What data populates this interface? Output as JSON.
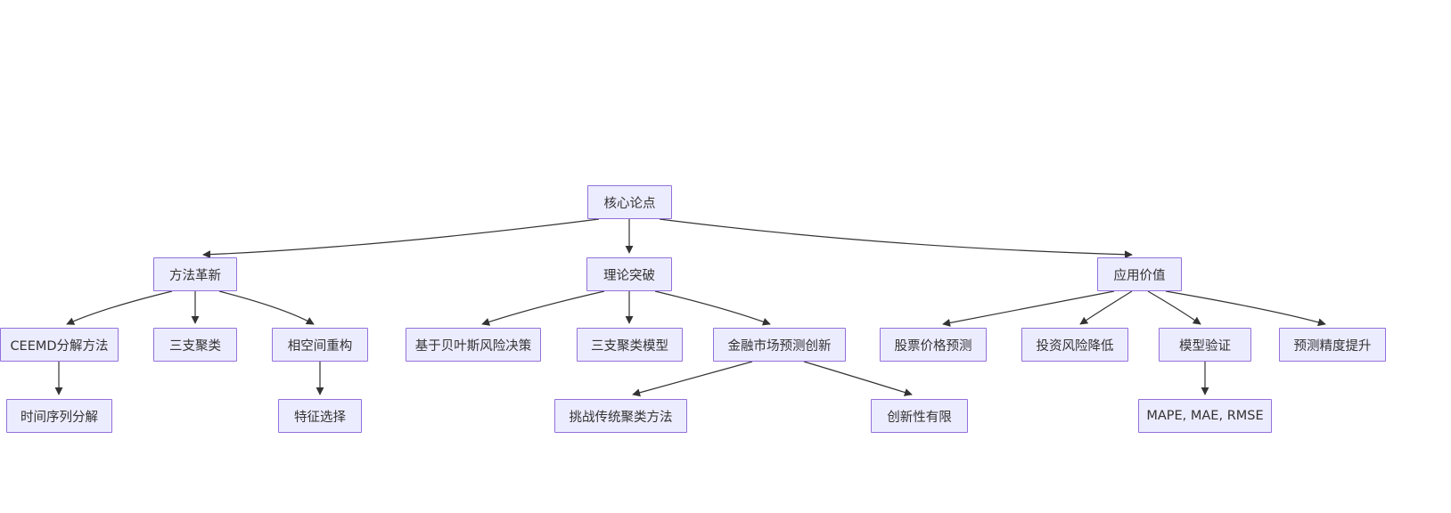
{
  "diagram": {
    "type": "tree-flowchart",
    "direction": "top-down",
    "colors": {
      "background": "#ffffff",
      "node_fill": "#ECECFF",
      "node_border": "#9370DB",
      "node_text": "#333333",
      "edge": "#333333"
    },
    "nodes": [
      {
        "id": "core",
        "label": "核心论点",
        "parent": null
      },
      {
        "id": "method",
        "label": "方法革新",
        "parent": "core"
      },
      {
        "id": "theory",
        "label": "理论突破",
        "parent": "core"
      },
      {
        "id": "application",
        "label": "应用价值",
        "parent": "core"
      },
      {
        "id": "ceemd",
        "label": "CEEMD分解方法",
        "parent": "method"
      },
      {
        "id": "threeway",
        "label": "三支聚类",
        "parent": "method"
      },
      {
        "id": "phase",
        "label": "相空间重构",
        "parent": "method"
      },
      {
        "id": "bayesian",
        "label": "基于贝叶斯风险决策",
        "parent": "theory"
      },
      {
        "id": "threeway_model",
        "label": "三支聚类模型",
        "parent": "theory"
      },
      {
        "id": "financial",
        "label": "金融市场预测创新",
        "parent": "theory"
      },
      {
        "id": "stock",
        "label": "股票价格预测",
        "parent": "application"
      },
      {
        "id": "investment",
        "label": "投资风险降低",
        "parent": "application"
      },
      {
        "id": "validation",
        "label": "模型验证",
        "parent": "application"
      },
      {
        "id": "accuracy",
        "label": "预测精度提升",
        "parent": "application"
      },
      {
        "id": "timeseries",
        "label": "时间序列分解",
        "parent": "ceemd"
      },
      {
        "id": "feature",
        "label": "特征选择",
        "parent": "phase"
      },
      {
        "id": "challenge",
        "label": "挑战传统聚类方法",
        "parent": "financial"
      },
      {
        "id": "limited",
        "label": "创新性有限",
        "parent": "financial"
      },
      {
        "id": "metrics",
        "label": "MAPE, MAE, RMSE",
        "parent": "validation"
      }
    ],
    "edges": [
      [
        "core",
        "method"
      ],
      [
        "core",
        "theory"
      ],
      [
        "core",
        "application"
      ],
      [
        "method",
        "ceemd"
      ],
      [
        "method",
        "threeway"
      ],
      [
        "method",
        "phase"
      ],
      [
        "ceemd",
        "timeseries"
      ],
      [
        "phase",
        "feature"
      ],
      [
        "theory",
        "bayesian"
      ],
      [
        "theory",
        "threeway_model"
      ],
      [
        "theory",
        "financial"
      ],
      [
        "financial",
        "challenge"
      ],
      [
        "financial",
        "limited"
      ],
      [
        "application",
        "stock"
      ],
      [
        "application",
        "investment"
      ],
      [
        "application",
        "validation"
      ],
      [
        "application",
        "accuracy"
      ],
      [
        "validation",
        "metrics"
      ]
    ]
  }
}
